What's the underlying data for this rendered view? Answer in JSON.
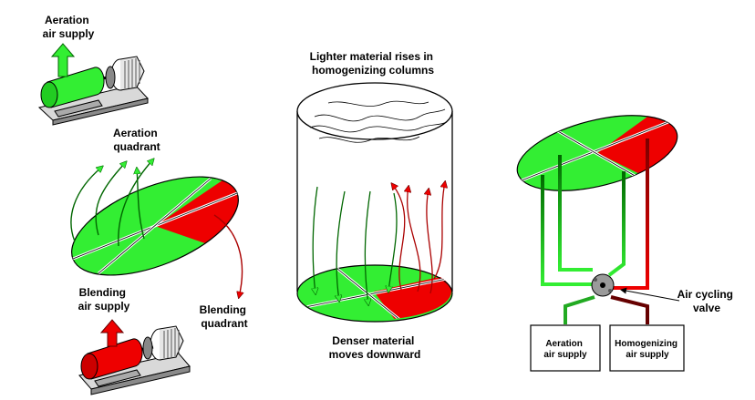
{
  "labels": {
    "aeration_supply_top": [
      "Aeration",
      "air supply"
    ],
    "aeration_quadrant": [
      "Aeration",
      "quadrant"
    ],
    "blending_supply": [
      "Blending",
      "air supply"
    ],
    "blending_quadrant": [
      "Blending",
      "quadrant"
    ],
    "lighter_material": [
      "Lighter material rises in",
      "homogenizing columns"
    ],
    "denser_material": [
      "Denser material",
      "moves downward"
    ],
    "air_cycling_valve": [
      "Air cycling",
      "valve"
    ],
    "box_aeration": [
      "Aeration",
      "air supply"
    ],
    "box_homogenizing": [
      "Homogenizing",
      "air supply"
    ]
  },
  "colors": {
    "green": "#33ee33",
    "red": "#ee0000",
    "dark_green": "#006600",
    "dark_red": "#7a0000",
    "motor_grey": "#bbbbbb"
  }
}
